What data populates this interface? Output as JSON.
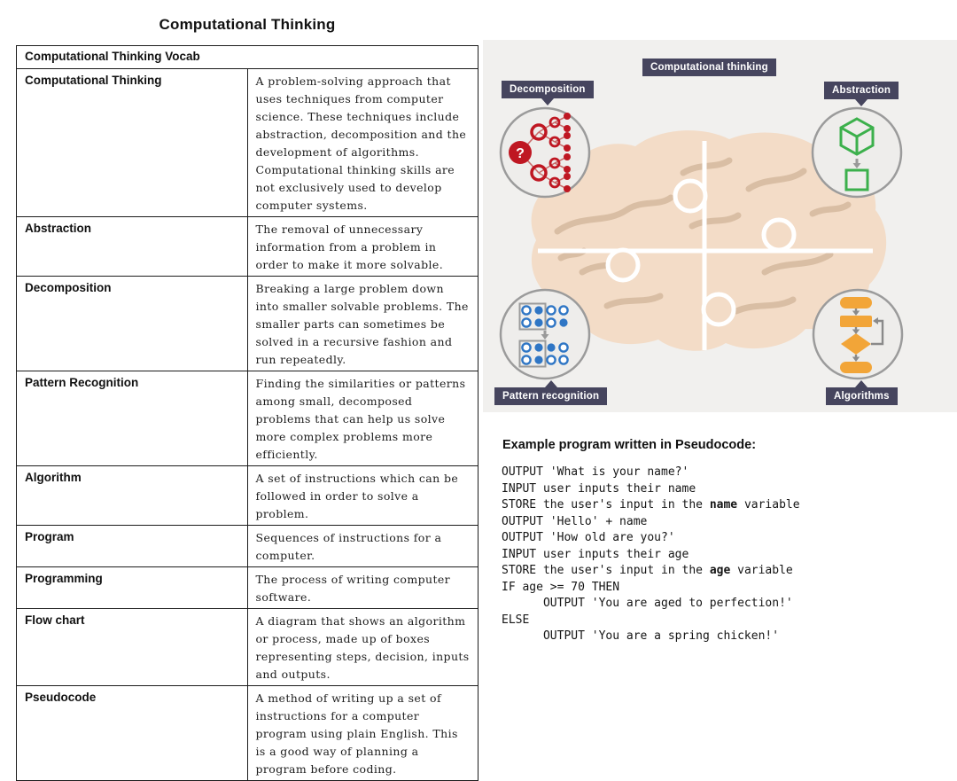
{
  "page": {
    "title": "Computational Thinking"
  },
  "vocab_table": {
    "header": "Computational Thinking Vocab",
    "rows": [
      {
        "term": "Computational Thinking",
        "definition": "A problem-solving approach that uses techniques from computer science. These techniques include abstraction, decomposition and the development of algorithms. Computational thinking skills are not exclusively used to develop computer systems."
      },
      {
        "term": "Abstraction",
        "definition": "The removal of unnecessary information from a problem in order to make it more solvable."
      },
      {
        "term": "Decomposition",
        "definition": "Breaking a large problem down into smaller solvable problems. The smaller parts can sometimes be solved in a recursive fashion and run repeatedly."
      },
      {
        "term": "Pattern Recognition",
        "definition": "Finding the similarities or patterns among small, decomposed problems that can help us solve more complex problems more efficiently."
      },
      {
        "term": "Algorithm",
        "definition": "A set of instructions which can be followed in order to solve a problem."
      },
      {
        "term": "Program",
        "definition": "Sequences of instructions for a computer."
      },
      {
        "term": "Programming",
        "definition": "The process of writing computer software."
      },
      {
        "term": "Flow chart",
        "definition": "A diagram that shows an algorithm or process, made up of boxes representing steps, decision, inputs and outputs."
      },
      {
        "term": "Pseudocode",
        "definition": "A method of writing up a set of instructions for a computer program using plain English. This is a good way of planning a program before coding."
      }
    ]
  },
  "diagram": {
    "center_label": "Computational thinking",
    "nodes": [
      {
        "label": "Decomposition",
        "icon": "decomposition-tree-icon",
        "position": "top-left"
      },
      {
        "label": "Abstraction",
        "icon": "abstraction-cube-icon",
        "position": "top-right"
      },
      {
        "label": "Pattern recognition",
        "icon": "pattern-dots-icon",
        "position": "bottom-left"
      },
      {
        "label": "Algorithms",
        "icon": "flowchart-icon",
        "position": "bottom-right"
      }
    ],
    "colors": {
      "label_background": "#46455e",
      "label_text": "#ffffff",
      "diagram_background": "#f1f0ee",
      "brain_fill": "#f3dcc7",
      "brain_lines": "#d9bea4",
      "circle_fill": "#eeedeb",
      "circle_border": "#9b9b9b",
      "decomposition_red": "#bf1722",
      "abstraction_green": "#3cb04c",
      "pattern_blue": "#2f76c5",
      "algorithm_orange": "#f2a538"
    }
  },
  "pseudocode": {
    "heading": "Example program written in Pseudocode:",
    "lines": [
      [
        {
          "t": "OUTPUT 'What is your name?'"
        }
      ],
      [
        {
          "t": "INPUT user inputs their name"
        }
      ],
      [
        {
          "t": "STORE the user's input in the "
        },
        {
          "t": "name",
          "b": true
        },
        {
          "t": " variable"
        }
      ],
      [
        {
          "t": "OUTPUT 'Hello' + name"
        }
      ],
      [
        {
          "t": "OUTPUT 'How old are you?'"
        }
      ],
      [
        {
          "t": "INPUT user inputs their age"
        }
      ],
      [
        {
          "t": "STORE the user's input in the "
        },
        {
          "t": "age",
          "b": true
        },
        {
          "t": " variable"
        }
      ],
      [
        {
          "t": "IF age >= 70 THEN"
        }
      ],
      [
        {
          "t": "      OUTPUT 'You are aged to perfection!'"
        }
      ],
      [
        {
          "t": "ELSE"
        }
      ],
      [
        {
          "t": "      OUTPUT 'You are a spring chicken!'"
        }
      ]
    ]
  }
}
